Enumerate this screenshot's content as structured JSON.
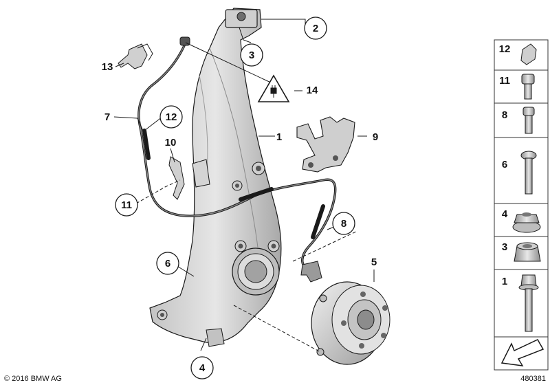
{
  "diagram": {
    "callouts": {
      "c1": "1",
      "c2": "2",
      "c3": "3",
      "c4": "4",
      "c5": "5",
      "c6": "6",
      "c7": "7",
      "c8": "8",
      "c9": "9",
      "c10": "10",
      "c11": "11",
      "c12": "12",
      "c13": "13",
      "c14": "14"
    }
  },
  "legend": {
    "items": [
      "12",
      "11",
      "8",
      "6",
      "4",
      "3",
      "1"
    ]
  },
  "footer": {
    "copyright": "© 2016 BMW AG",
    "diagram_number": "480381"
  },
  "colors": {
    "part_fill": "#d9d9d9",
    "part_shade": "#b0b0b0",
    "outline": "#1a1a1a",
    "legend_border": "#333333"
  }
}
